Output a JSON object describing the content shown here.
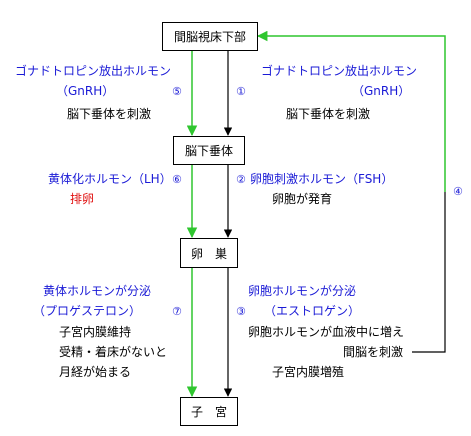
{
  "colors": {
    "green": "#2fc62f",
    "blue": "#1a1ad6",
    "red": "#e01010",
    "black": "#000000"
  },
  "nodes": {
    "hypothalamus": "間脳視床下部",
    "pituitary": "脳下垂体",
    "ovary": "卵　巣",
    "uterus": "子　宮"
  },
  "left": {
    "gnrh_line1": "ゴナドトロピン放出ホルモン",
    "gnrh_line2": "（GnRH）",
    "gnrh_note": "脳下垂体を刺激",
    "lh_label": "黄体化ホルモン（LH）",
    "lh_note": "排卵",
    "prog_line1": "黄体ホルモンが分泌",
    "prog_line2": "（プロゲステロン）",
    "prog_note1": "子宮内膜維持",
    "prog_note2": "受精・着床がないと",
    "prog_note3": "月経が始まる"
  },
  "right": {
    "gnrh_line1": "ゴナドトロピン放出ホルモン",
    "gnrh_line2": "（GnRH）",
    "gnrh_note": "脳下垂体を刺激",
    "fsh_label": "卵胞刺激ホルモン（FSH）",
    "fsh_note": "卵胞が発育",
    "est_line1": "卵胞ホルモンが分泌",
    "est_line2": "（エストロゲン）",
    "est_note1": "卵胞ホルモンが血液中に増え",
    "est_note2": "間脳を刺激",
    "est_note3": "子宮内膜増殖"
  },
  "steps": {
    "s1": "①",
    "s2": "②",
    "s3": "③",
    "s4": "④",
    "s5": "⑤",
    "s6": "⑥",
    "s7": "⑦"
  }
}
